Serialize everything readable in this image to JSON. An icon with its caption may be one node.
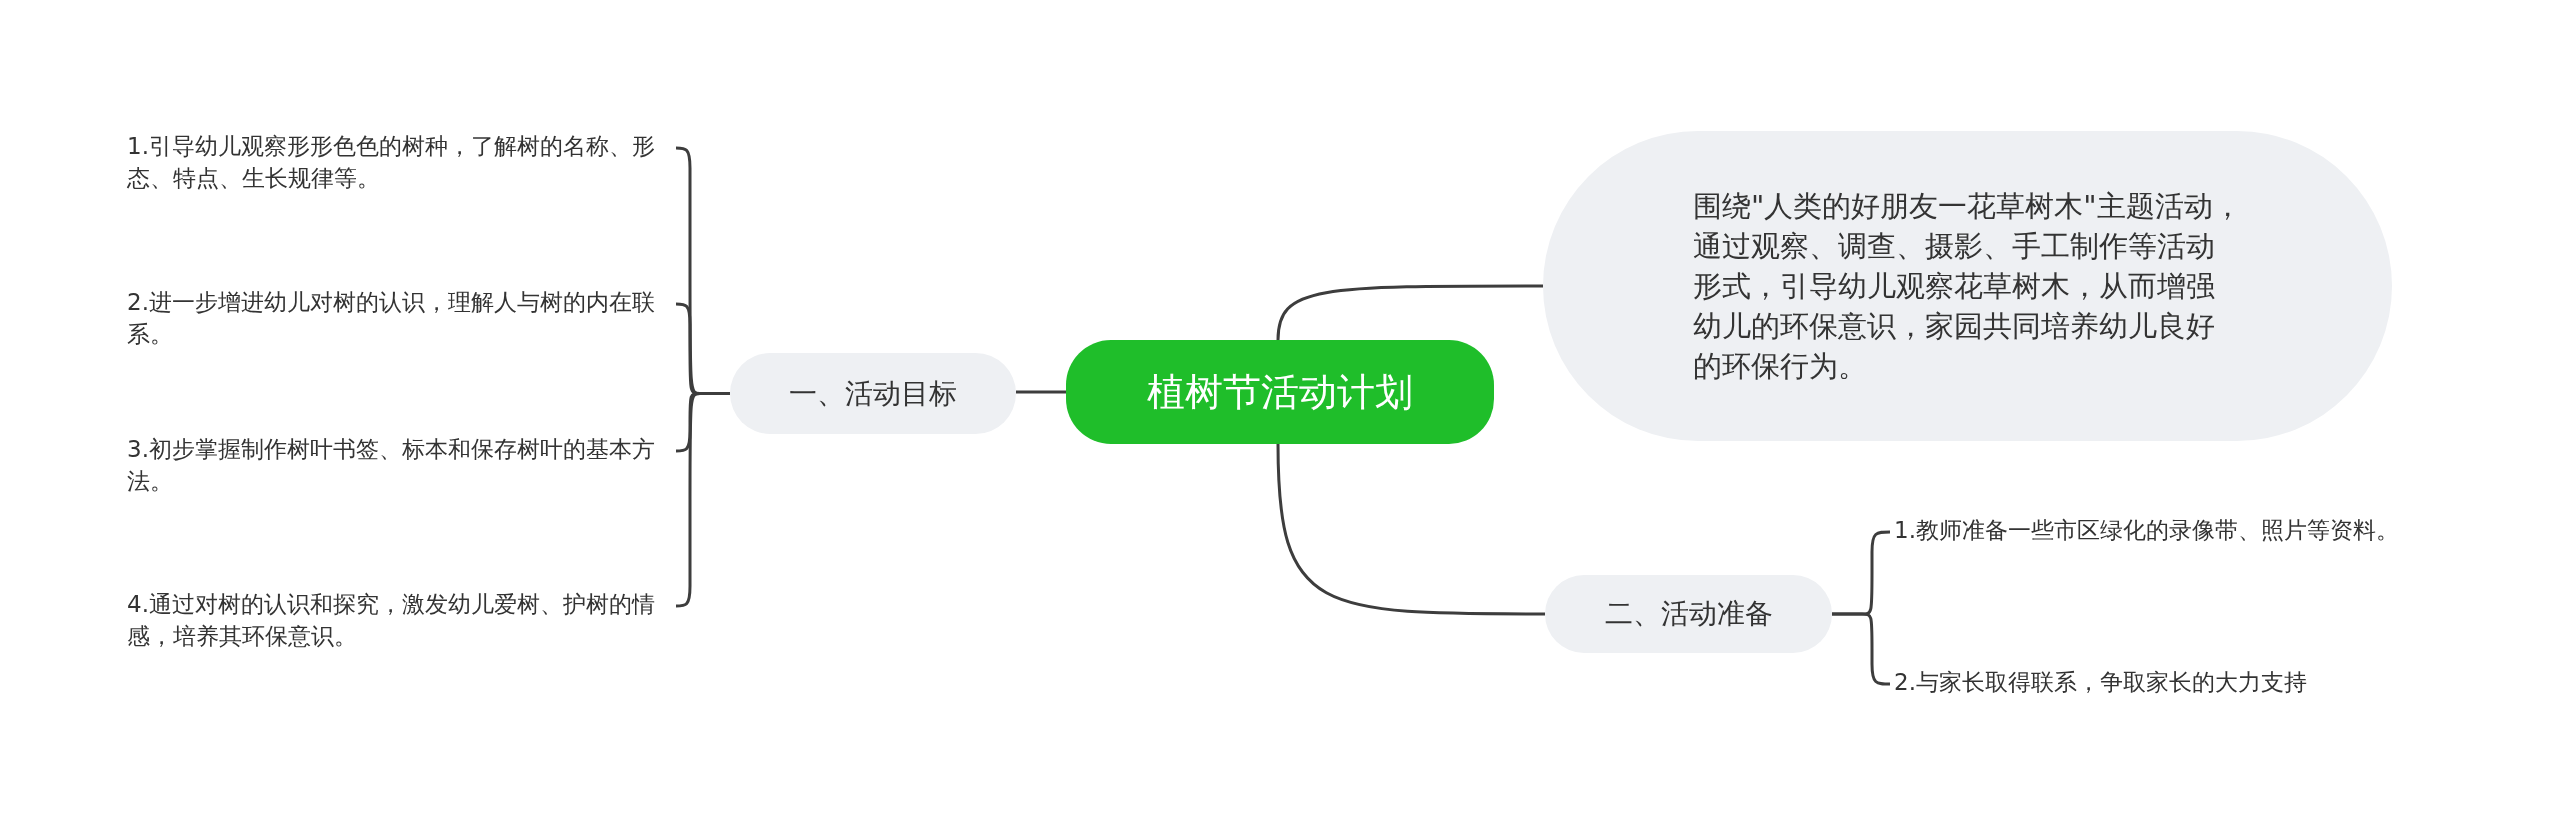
{
  "diagram": {
    "nodes": [
      {
        "text": [
          "植树节活动计划"
        ]
      },
      {
        "text": [
          "一、活动目标"
        ]
      },
      {
        "text": [
          "1.引导幼儿观察形形色色的树种，了解树的名称、形态、特点、生长规律等。"
        ]
      },
      {
        "text": [
          "2.进一步增进幼儿对树的认识，理解人与树的内在联系。"
        ]
      },
      {
        "text": [
          "3.初步掌握制作树叶书签、标本和保存树叶的基本方法。"
        ]
      },
      {
        "text": [
          "4.通过对树的认识和探究，激发幼儿爱树、护树的情感，培养其环保意识。"
        ]
      },
      {
        "text": [
          "围绕\"人类的好朋友一花草树木\"主题活动，通过观察、调查、摄影、手工制作等活动形式，引导幼儿观察花草树木，从而增强幼儿的环保意识，家园共同培养幼儿良好的环保行为。"
        ]
      },
      {
        "text": [
          "二、活动准备"
        ]
      },
      {
        "text": [
          "1.教师准备一些市区绿化的录像带、照片等资料。"
        ]
      },
      {
        "text": [
          "2.与家长取得联系，争取家长的大力支持"
        ]
      }
    ],
    "edges": [
      {
        "from": 0,
        "to": 1,
        "arrow": "none"
      },
      {
        "from": 1,
        "to": 2,
        "arrow": "none"
      },
      {
        "from": 1,
        "to": 3,
        "arrow": "none"
      },
      {
        "from": 1,
        "to": 4,
        "arrow": "none"
      },
      {
        "from": 1,
        "to": 5,
        "arrow": "none"
      },
      {
        "from": 0,
        "to": 6,
        "arrow": "none"
      },
      {
        "from": 0,
        "to": 7,
        "arrow": "none"
      },
      {
        "from": 7,
        "to": 8,
        "arrow": "none"
      },
      {
        "from": 7,
        "to": 9,
        "arrow": "none"
      }
    ]
  }
}
